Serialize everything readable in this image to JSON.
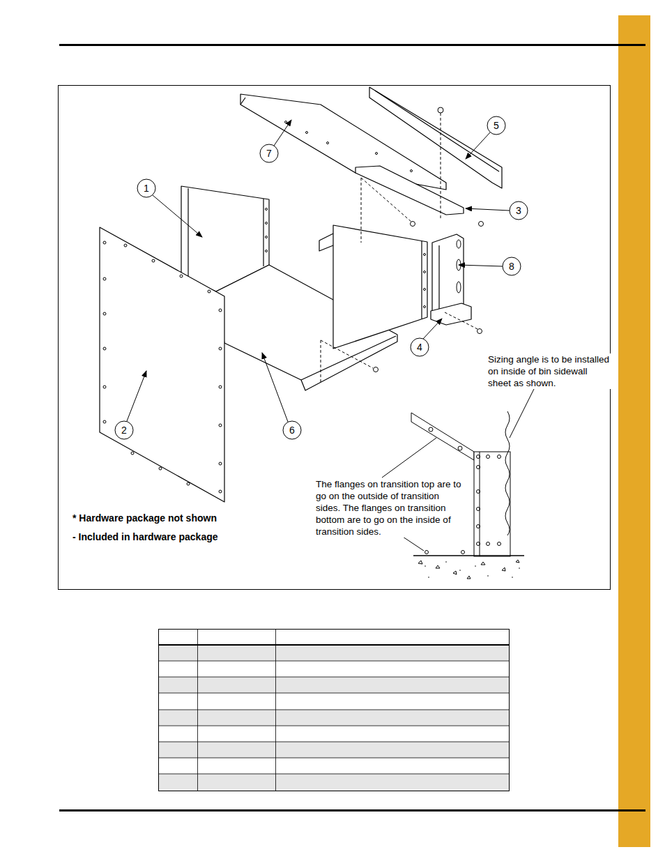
{
  "diagram": {
    "labels": [
      "5",
      "7",
      "1",
      "3",
      "8",
      "4",
      "2",
      "6",
      "Sizing angle is to be installed on inside of bin sidewall sheet as shown.",
      "* Hardware package not shown",
      "- Included in hardware package",
      "The flanges on transition top are to go on the outside of transition sides. The flanges on transition bottom are to go on the inside of transition sides."
    ]
  }
}
